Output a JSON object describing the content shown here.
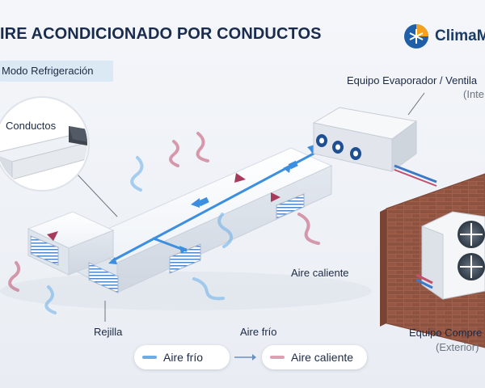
{
  "title": "IRE ACONDICIONADO POR CONDUCTOS",
  "logo": {
    "text": "ClimaM",
    "icon": "snowflake-sun-icon"
  },
  "mode_badge": "Modo Refrigeración",
  "labels": {
    "conductos": "Conductos",
    "evaporador": "Equipo Evaporador / Ventila",
    "evaporador_sub": "(Inte",
    "aire_caliente": "Aire caliente",
    "rejilla": "Rejilla",
    "aire_frio": "Aire frío",
    "compresor": "Equipo Compre",
    "compresor_sub": "(Exterior)"
  },
  "legend": {
    "cold": "Aire frío",
    "hot": "Aire caliente"
  },
  "colors": {
    "cold": "#3c8fe0",
    "hot": "#c0506e",
    "brick": "#9a5a45"
  }
}
